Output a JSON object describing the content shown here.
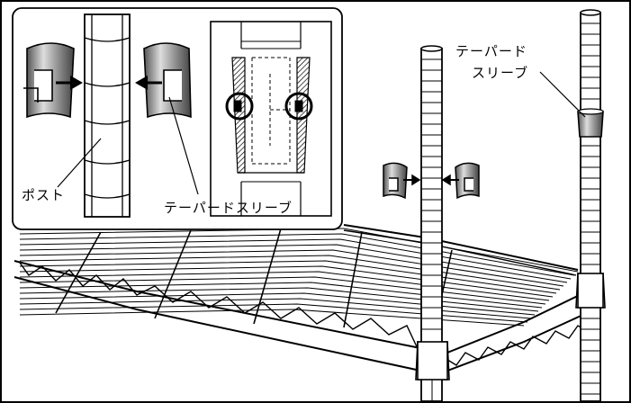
{
  "labels": {
    "post": "ポスト",
    "sleeve_inset": "テーパードスリーブ",
    "sleeve_right_line1": "テーパード",
    "sleeve_right_line2": "スリーブ"
  }
}
